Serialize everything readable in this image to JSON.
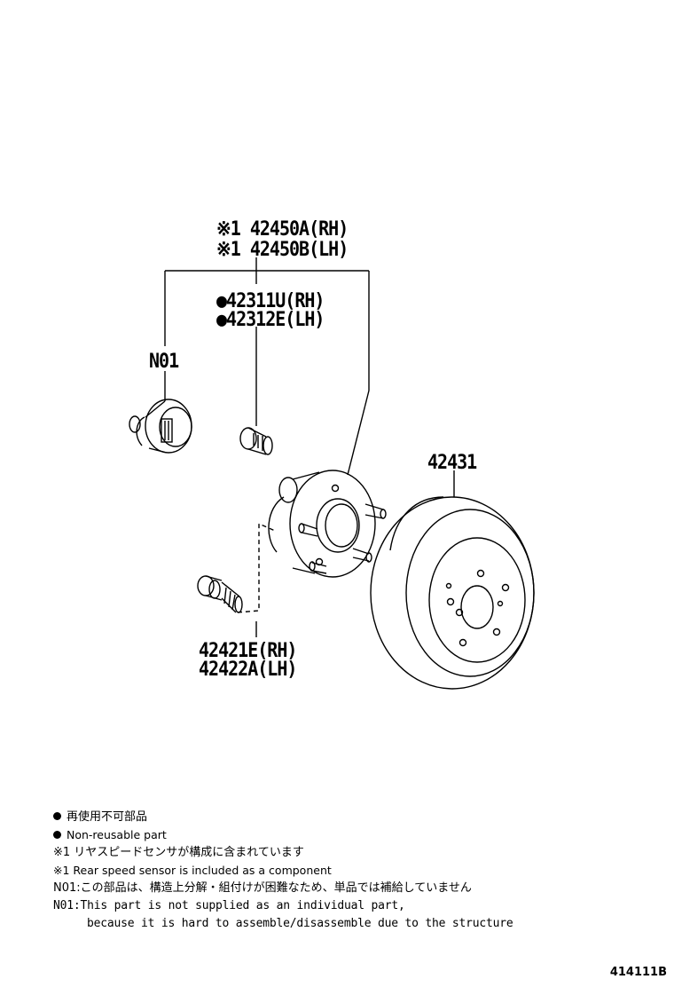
{
  "parts": {
    "sensor_hub_rh": "※1 42450A(RH)",
    "sensor_hub_lh": "※1 42450B(LH)",
    "stud_bolt_rh": "●42311U(RH)",
    "stud_bolt_lh": "●42312E(LH)",
    "n01_label": "N01",
    "disc": "42431",
    "hub_bolt_rh": "42421E(RH)",
    "hub_bolt_lh": "42422A(LH)"
  },
  "notes": {
    "nonreusable_jp": "再使用不可部品",
    "nonreusable_en": "Non-reusable part",
    "sensor_jp": "※1 リヤスピードセンサが構成に含まれています",
    "sensor_en": "※1 Rear speed sensor is included as a component",
    "n01_jp": "N01:この部品は、構造上分解・組付けが困難なため、単品では補給していません",
    "n01_en_1": "N01:This part is not supplied as an individual part,",
    "n01_en_2": "because it is hard to assemble/disassemble due to the structure"
  },
  "figure_id": "414111B"
}
